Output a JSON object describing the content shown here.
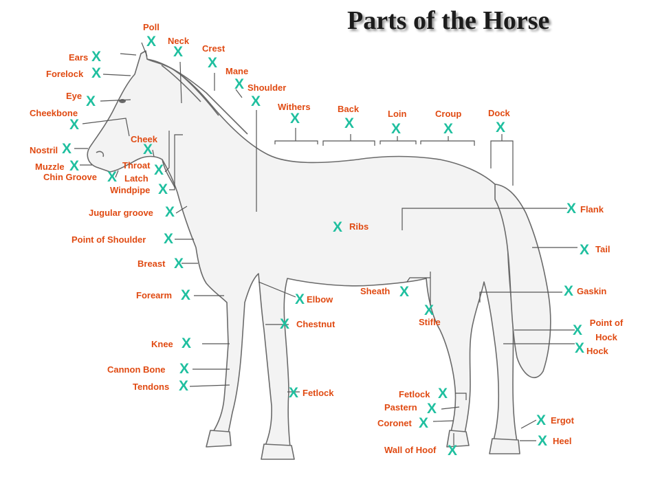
{
  "title": "Parts of the Horse",
  "marker": "X",
  "colors": {
    "label": "#e04a12",
    "marker": "#1fbf9f",
    "outline": "#6a6a6a",
    "body_fill": "#f3f3f3"
  },
  "labels": {
    "poll": "Poll",
    "neck": "Neck",
    "crest": "Crest",
    "ears": "Ears",
    "forelock": "Forelock",
    "mane": "Mane",
    "shoulder": "Shoulder",
    "withers": "Withers",
    "back": "Back",
    "loin": "Loin",
    "croup": "Croup",
    "dock": "Dock",
    "eye": "Eye",
    "cheekbone": "Cheekbone",
    "cheek": "Cheek",
    "nostril": "Nostril",
    "muzzle": "Muzzle",
    "throat": "Throat",
    "latch": "Latch",
    "chin_groove": "Chin Groove",
    "windpipe": "Windpipe",
    "jugular_groove": "Jugular groove",
    "point_of_shoulder": "Point of Shoulder",
    "breast": "Breast",
    "forearm": "Forearm",
    "elbow": "Elbow",
    "chestnut": "Chestnut",
    "knee": "Knee",
    "cannon_bone": "Cannon Bone",
    "tendons": "Tendons",
    "fetlock_front": "Fetlock",
    "ribs": "Ribs",
    "flank": "Flank",
    "tail": "Tail",
    "gaskin": "Gaskin",
    "sheath": "Sheath",
    "stifle": "Stifle",
    "point_of": "Point of",
    "hock_line2": "Hock",
    "hock": "Hock",
    "fetlock_hind": "Fetlock",
    "pastern": "Pastern",
    "coronet": "Coronet",
    "wall_of_hoof": "Wall of Hoof",
    "ergot": "Ergot",
    "heel": "Heel"
  }
}
